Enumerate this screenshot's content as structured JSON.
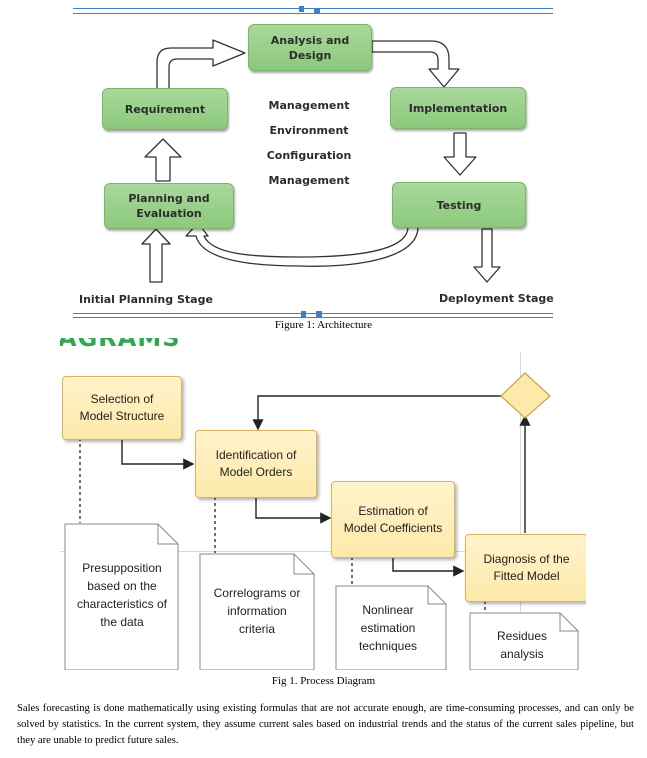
{
  "figure1": {
    "boxes": {
      "analysis": "Analysis and\nDesign",
      "requirement": "Requirement",
      "implementation": "Implementation",
      "planning": "Planning and\nEvaluation",
      "testing": "Testing"
    },
    "center_lines": [
      "Management",
      "Environment",
      "Configuration",
      "Management"
    ],
    "initial_stage": "Initial Planning Stage",
    "deployment_stage": "Deployment Stage",
    "box_color": "#9bd08a",
    "rule_color": "#3f7ec8"
  },
  "caption1": "Figure 1: Architecture",
  "figure2": {
    "header_fragment": "AGRAMS",
    "steps": {
      "selection": "Selection of\nModel Structure",
      "identification": "Identification of\nModel Orders",
      "estimation": "Estimation of\nModel Coefficients",
      "diagnosis": "Diagnosis of the\nFitted Model"
    },
    "notes": {
      "presupposition": "Presupposition\nbased on the\ncharacteristics of\nthe data",
      "correlograms": "Correlograms or\ninformation\ncriteria",
      "nonlinear": "Nonlinear\nestimation\ntechniques",
      "residues": "Residues\nanalysis"
    },
    "step_color": "#fdebb0",
    "header_color": "#2fa84f"
  },
  "caption2": "Fig 1. Process Diagram",
  "paragraph": "Sales forecasting is done mathematically using existing formulas that are not accurate enough, are time-consuming processes, and can only be solved by statistics. In the current system, they assume current sales based on industrial trends and the status of the current sales pipeline, but they are unable to predict future sales."
}
